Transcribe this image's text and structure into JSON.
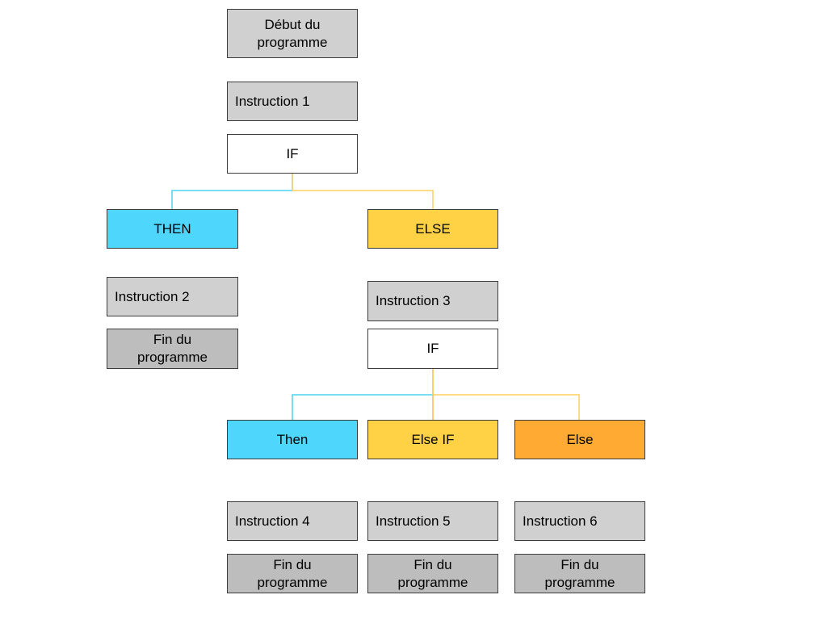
{
  "colors": {
    "then_line": "#4dd2f0",
    "else_line": "#ffcf60",
    "else_final_line": "#ffb84a",
    "instruction_fill": "#d0d0d0",
    "fin_fill": "#bdbdbd",
    "if_fill": "#ffffff",
    "then_fill": "#4fd6fc",
    "else_fill": "#ffd246",
    "else_final_fill": "#ffaa33",
    "border": "#3c3c3c"
  },
  "nodes": {
    "debut": {
      "label": "Début du programme"
    },
    "instruction_1": {
      "label": "Instruction 1"
    },
    "if_1": {
      "label": "IF"
    },
    "then_1": {
      "label": "THEN"
    },
    "else_1": {
      "label": "ELSE"
    },
    "instruction_2": {
      "label": "Instruction 2"
    },
    "fin_1": {
      "label": "Fin du programme"
    },
    "instruction_3": {
      "label": "Instruction 3"
    },
    "if_2": {
      "label": "IF"
    },
    "then_2": {
      "label": "Then"
    },
    "else_if_2": {
      "label": "Else IF"
    },
    "else_2": {
      "label": "Else"
    },
    "instruction_4": {
      "label": "Instruction 4"
    },
    "instruction_5": {
      "label": "Instruction 5"
    },
    "instruction_6": {
      "label": "Instruction 6"
    },
    "fin_2": {
      "label": "Fin du programme"
    },
    "fin_3": {
      "label": "Fin du programme"
    },
    "fin_4": {
      "label": "Fin du programme"
    }
  }
}
